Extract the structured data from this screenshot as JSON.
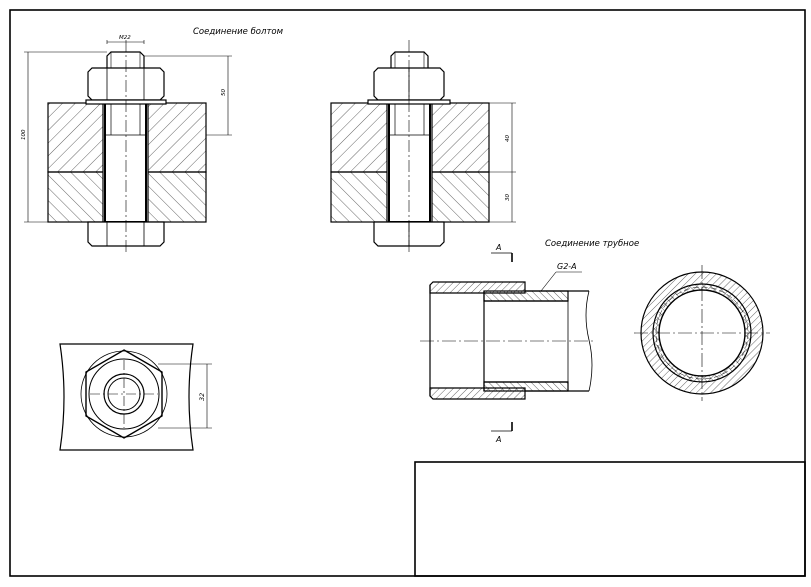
{
  "titles": {
    "bolt_connection": "Соединение болтом",
    "pipe_connection": "Соединение трубное"
  },
  "dimensions": {
    "thread": "M22",
    "total_height": "100",
    "bolt_projection": "50",
    "upper_plate": "40",
    "lower_plate": "30",
    "nut_width": "32"
  },
  "annotations": {
    "pipe_thread": "G2-A",
    "section_mark_top": "A",
    "section_mark_bottom": "A"
  }
}
